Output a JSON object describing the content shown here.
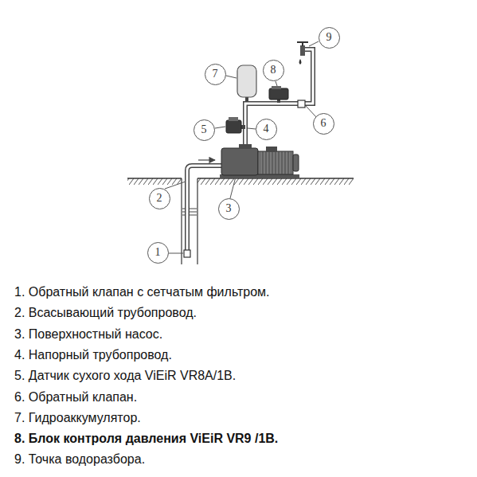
{
  "diagram": {
    "nodes": [
      {
        "text": [
          "9"
        ]
      },
      {
        "text": [
          "8"
        ]
      },
      {
        "text": [
          "7"
        ]
      },
      {
        "text": [
          "6"
        ]
      },
      {
        "text": [
          "4"
        ]
      },
      {
        "text": [
          "5"
        ]
      },
      {
        "text": [
          "2"
        ]
      },
      {
        "text": [
          "3"
        ]
      },
      {
        "text": [
          "1"
        ]
      }
    ],
    "labels": [
      "1. Обратный клапан с сетчатым фильтром.",
      "2. Всасывающий трубопровод.",
      "3. Поверхностный насос.",
      "4. Напорный трубопровод.",
      "5. Датчик сухого хода ViEiR VR8A/1B.",
      "6. Обратный клапан.",
      "7. Гидроаккумулятор.",
      "8. Блок контроля давления ViEiR VR9 /1B.",
      "9. Точка водоразбора."
    ]
  }
}
